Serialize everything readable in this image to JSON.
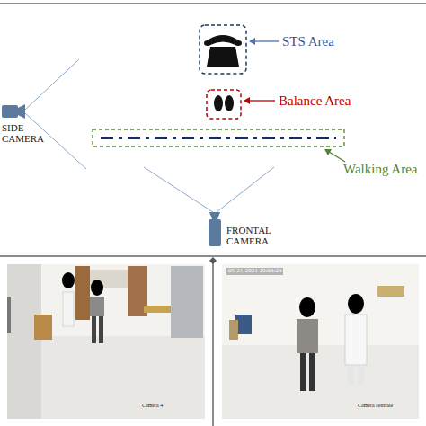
{
  "diagram": {
    "labels": [
      "STS Area",
      "Balance Area",
      "Walking Area",
      "SIDE CAMERA",
      "FRONTAL CAMERA",
      "05-21-2021 10:03:23",
      "Camera 4",
      "Camera centrale"
    ]
  }
}
